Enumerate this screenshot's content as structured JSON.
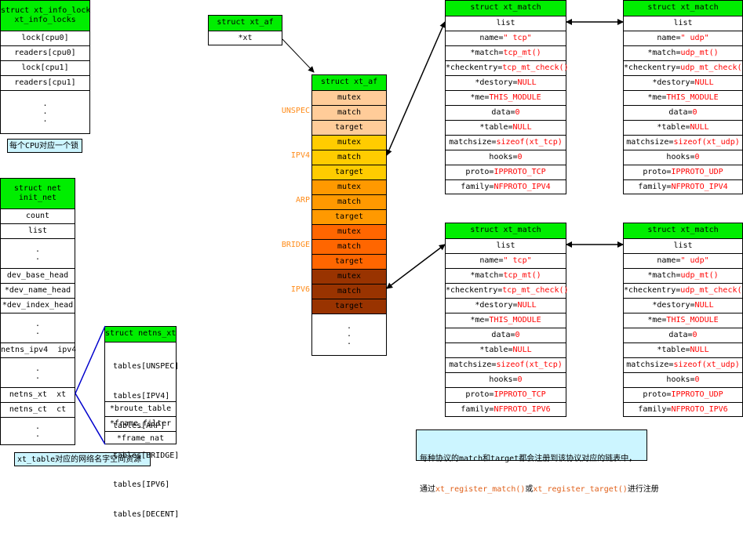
{
  "info_lock": {
    "header": [
      "struct xt_info_lock",
      "xt_info_locks"
    ],
    "rows": [
      "lock[cpu0]",
      "readers[cpu0]",
      "lock[cpu1]",
      "readers[cpu1]"
    ],
    "dots": [
      ".",
      ".",
      "."
    ],
    "note": "每个CPU对应一个锁"
  },
  "net": {
    "header": [
      "struct net",
      "init_net"
    ],
    "rows": [
      "count",
      "list"
    ],
    "dots": [
      ".",
      "."
    ],
    "rows2": [
      "dev_base_head",
      "*dev_name_head",
      "*dev_index_head"
    ],
    "netns_ipv4": "netns_ipv4  ipv4",
    "netns_xt": "netns_xt  xt",
    "netns_ct": "netns_ct  ct",
    "note": "xt_table对应的网络名字空间资源"
  },
  "netns_xt": {
    "header": "struct netns_xt",
    "tables": [
      "tables[UNSPEC]",
      "tables[IPV4]",
      "tables[ARP]",
      "tables[BRIDGE]",
      "tables[IPV6]",
      "tables[DECENT]"
    ],
    "rows": [
      "*broute_table",
      "*frame_filter",
      "*frame_nat"
    ]
  },
  "xt_af_ptr": {
    "header": "struct xt_af",
    "row": "*xt"
  },
  "xt_af_array": {
    "header": "struct xt_af",
    "groups": [
      {
        "label": "UNSPEC",
        "color": "#ffcc99",
        "rows": [
          "mutex",
          "match",
          "target"
        ]
      },
      {
        "label": "IPV4",
        "color": "#ffcc00",
        "rows": [
          "mutex",
          "match",
          "target"
        ]
      },
      {
        "label": "ARP",
        "color": "#ff9900",
        "rows": [
          "mutex",
          "match",
          "target"
        ]
      },
      {
        "label": "BRIDGE",
        "color": "#ff6600",
        "rows": [
          "mutex",
          "match",
          "target"
        ]
      },
      {
        "label": "IPV6",
        "color": "#993300",
        "rows": [
          "mutex",
          "match",
          "target"
        ]
      }
    ],
    "dots": [
      ".",
      ".",
      "."
    ]
  },
  "matches": [
    {
      "header": "struct xt_match",
      "list": "list",
      "rows": [
        [
          "name=",
          "\" tcp\""
        ],
        [
          "*match=",
          "tcp_mt()"
        ],
        [
          "*checkentry=",
          "tcp_mt_check()"
        ],
        [
          "*destory=",
          "NULL"
        ],
        [
          "*me=",
          "THIS_MODULE"
        ],
        [
          "data=",
          "0"
        ],
        [
          "*table=",
          "NULL"
        ],
        [
          "matchsize=",
          "sizeof(xt_tcp)"
        ],
        [
          "hooks=",
          "0"
        ],
        [
          "proto=",
          "IPPROTO_TCP"
        ],
        [
          "family=",
          "NFPROTO_IPV4"
        ]
      ]
    },
    {
      "header": "struct xt_match",
      "list": "list",
      "rows": [
        [
          "name=",
          "\" udp\""
        ],
        [
          "*match=",
          "udp_mt()"
        ],
        [
          "*checkentry=",
          "udp_mt_check()"
        ],
        [
          "*destory=",
          "NULL"
        ],
        [
          "*me=",
          "THIS_MODULE"
        ],
        [
          "data=",
          "0"
        ],
        [
          "*table=",
          "NULL"
        ],
        [
          "matchsize=",
          "sizeof(xt_udp)"
        ],
        [
          "hooks=",
          "0"
        ],
        [
          "proto=",
          "IPPROTO_UDP"
        ],
        [
          "family=",
          "NFPROTO_IPV4"
        ]
      ]
    },
    {
      "header": "struct xt_match",
      "list": "list",
      "rows": [
        [
          "name=",
          "\" tcp\""
        ],
        [
          "*match=",
          "tcp_mt()"
        ],
        [
          "*checkentry=",
          "tcp_mt_check()"
        ],
        [
          "*destory=",
          "NULL"
        ],
        [
          "*me=",
          "THIS_MODULE"
        ],
        [
          "data=",
          "0"
        ],
        [
          "*table=",
          "NULL"
        ],
        [
          "matchsize=",
          "sizeof(xt_tcp)"
        ],
        [
          "hooks=",
          "0"
        ],
        [
          "proto=",
          "IPPROTO_TCP"
        ],
        [
          "family=",
          "NFPROTO_IPV6"
        ]
      ]
    },
    {
      "header": "struct xt_match",
      "list": "list",
      "rows": [
        [
          "name=",
          "\" udp\""
        ],
        [
          "*match=",
          "udp_mt()"
        ],
        [
          "*checkentry=",
          "udp_mt_check()"
        ],
        [
          "*destory=",
          "NULL"
        ],
        [
          "*me=",
          "THIS_MODULE"
        ],
        [
          "data=",
          "0"
        ],
        [
          "*table=",
          "NULL"
        ],
        [
          "matchsize=",
          "sizeof(xt_udp)"
        ],
        [
          "hooks=",
          "0"
        ],
        [
          "proto=",
          "IPPROTO_UDP"
        ],
        [
          "family=",
          "NFPROTO_IPV6"
        ]
      ]
    }
  ],
  "bottom_note": {
    "line1": "每种协议的match和target都会注册到该协议对应的链表中，",
    "line2_pre": "通过",
    "line2_fn1": "xt_register_match()",
    "line2_mid": "或",
    "line2_fn2": "xt_register_target()",
    "line2_post": "进行注册"
  }
}
